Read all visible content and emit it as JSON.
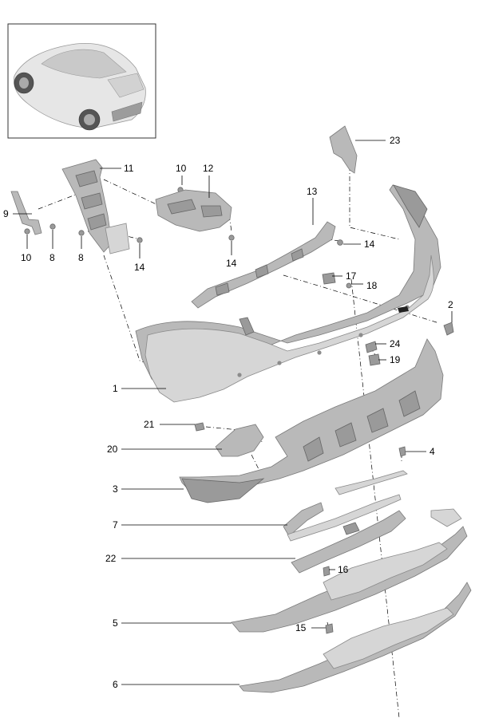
{
  "callouts": {
    "n1": "1",
    "n2": "2",
    "n3": "3",
    "n4": "4",
    "n5": "5",
    "n6": "6",
    "n7": "7",
    "n8a": "8",
    "n8b": "8",
    "n9": "9",
    "n10a": "10",
    "n10b": "10",
    "n11": "11",
    "n12": "12",
    "n13": "13",
    "n14a": "14",
    "n14b": "14",
    "n14c": "14",
    "n15": "15",
    "n16": "16",
    "n17": "17",
    "n18": "18",
    "n19": "19",
    "n20": "20",
    "n21": "21",
    "n22": "22",
    "n23": "23",
    "n24": "24"
  },
  "colors": {
    "part": "#b9b9b9",
    "line": "#000000",
    "frame": "#333333"
  }
}
